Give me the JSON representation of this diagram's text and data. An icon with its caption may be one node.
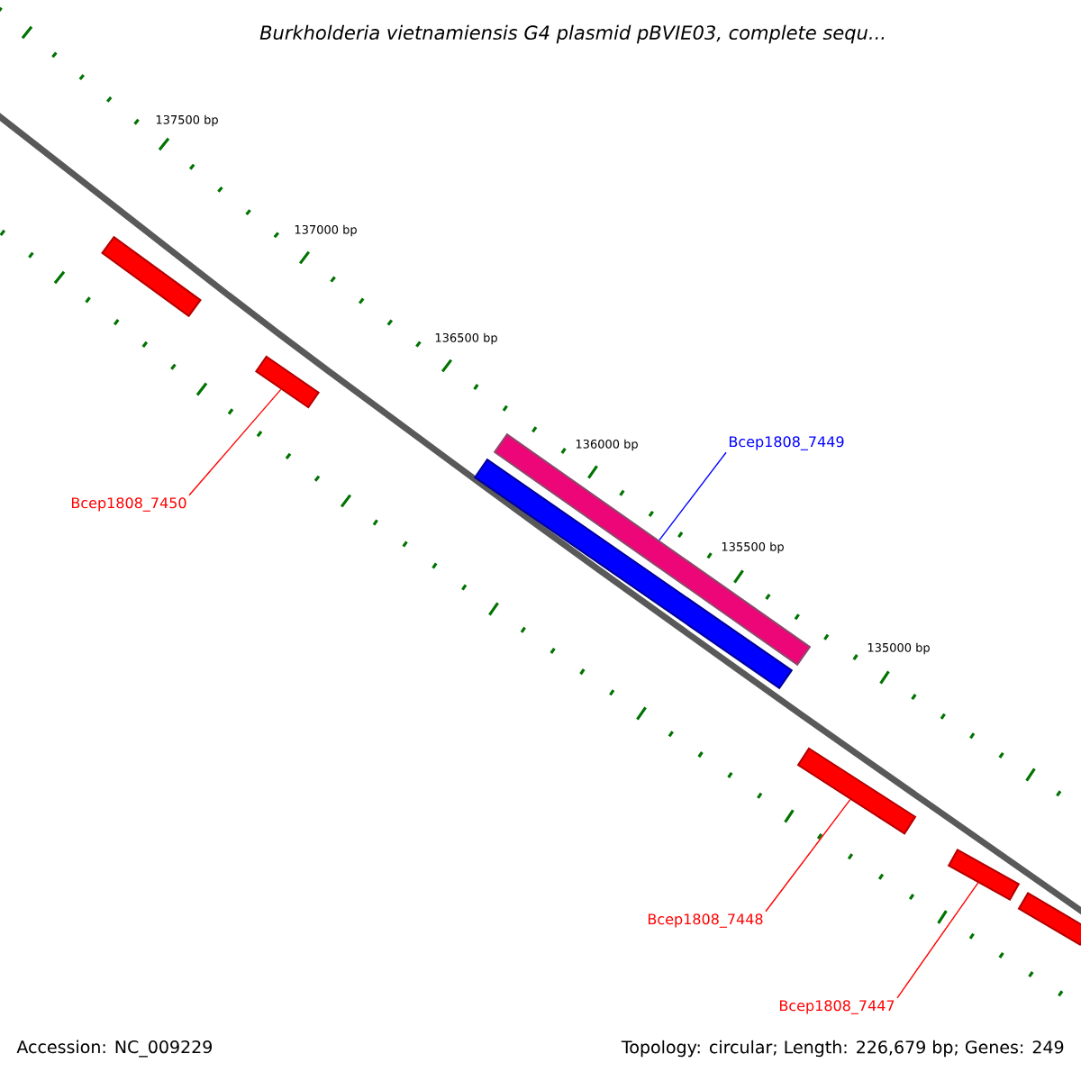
{
  "diagram": {
    "title": "Burkholderia vietnamiensis G4 plasmid pBVIE03, complete sequ...",
    "nodes": [
      {
        "text": [],
        "shape": "bar"
      },
      {
        "text": [],
        "shape": "bar"
      },
      {
        "text": [],
        "shape": "bar"
      },
      {
        "text": [],
        "shape": "bar"
      },
      {
        "text": [],
        "shape": "bar"
      },
      {
        "text": [],
        "shape": "bar"
      },
      {
        "text": [],
        "shape": "bar"
      },
      {
        "text": [
          "Bcep1808_7450"
        ]
      },
      {
        "text": [
          "Bcep1808_7449"
        ]
      },
      {
        "text": [
          "Bcep1808_7448"
        ]
      },
      {
        "text": [
          "Bcep1808_7447"
        ]
      }
    ],
    "edges": [
      {
        "from": 7,
        "to": 1,
        "arrow": "none"
      },
      {
        "from": 8,
        "to": 2,
        "arrow": "none",
        "color": "#0000ff"
      },
      {
        "from": 9,
        "to": 4,
        "arrow": "none"
      },
      {
        "from": 10,
        "to": 5,
        "arrow": "none"
      }
    ],
    "labels": [
      "137500 bp",
      "137000 bp",
      "136500 bp",
      "136000 bp",
      "135500 bp",
      "135000 bp",
      "Accession: NC_009229",
      "Topology: circular; Length: 226,679 bp; Genes: 249"
    ]
  }
}
